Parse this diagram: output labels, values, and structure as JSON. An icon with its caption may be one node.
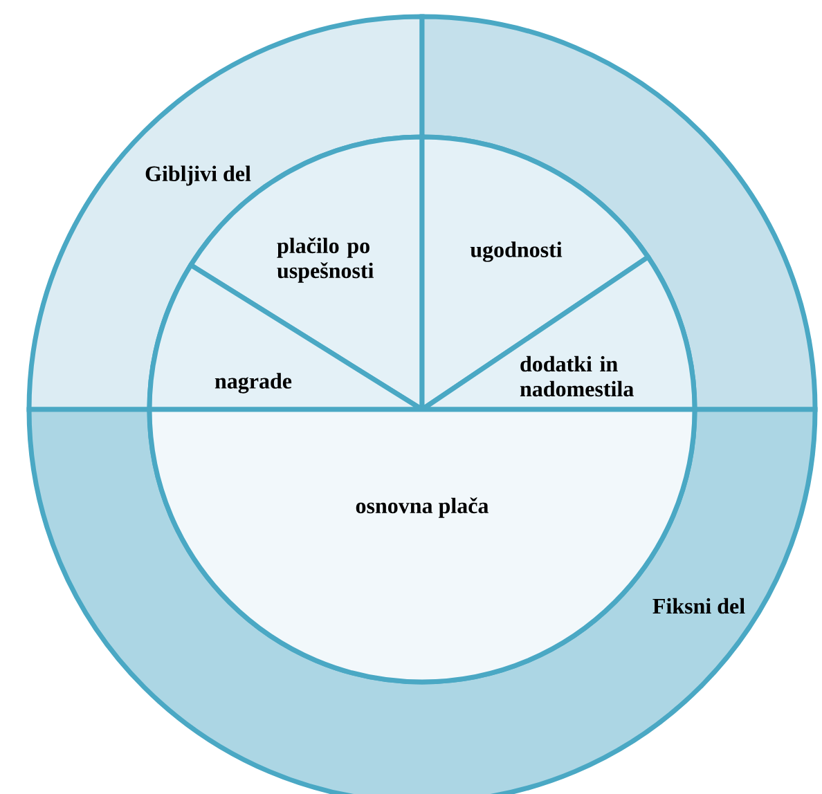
{
  "diagram": {
    "nodes": [
      {
        "text": [
          "Gibljivi del"
        ]
      },
      {
        "text": [],
        "shape": "sector"
      },
      {
        "text": [
          "Fiksni del"
        ]
      },
      {
        "text": [
          "plačilo po uspešnosti"
        ]
      },
      {
        "text": [
          "ugodnosti"
        ]
      },
      {
        "text": [
          "nagrade"
        ]
      },
      {
        "text": [
          "dodatki in nadomestila"
        ]
      },
      {
        "text": [
          "osnovna plača"
        ]
      }
    ]
  }
}
